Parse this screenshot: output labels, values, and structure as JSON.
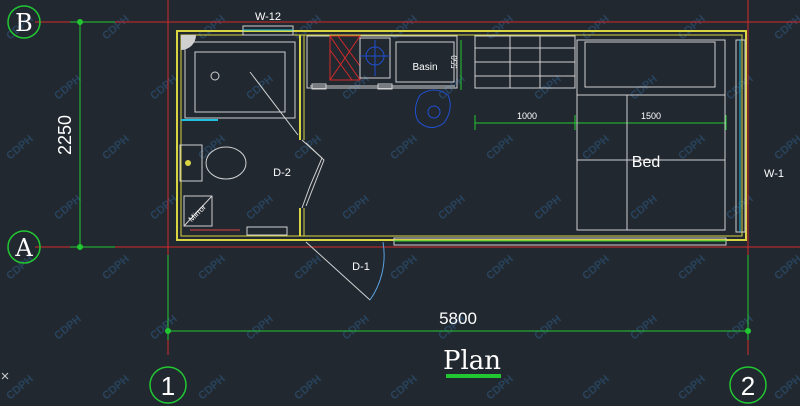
{
  "axes": {
    "row_b": "B",
    "row_a": "A",
    "col_1": "1",
    "col_2": "2"
  },
  "dimensions": {
    "height": "2250",
    "width": "5800",
    "dim_1000": "1000",
    "dim_1500": "1500",
    "dim_550": "550"
  },
  "labels": {
    "w12": "W-12",
    "w1": "W-1",
    "d2": "D-2",
    "d1": "D-1",
    "basin": "Basin",
    "bed": "Bed",
    "mirror": "Mirror",
    "title": "Plan"
  },
  "watermark": "CDPH",
  "colors": {
    "background": "#212830",
    "wall": "#d8d442",
    "axis_line": "#d42a2a",
    "dimension": "#22c832",
    "furniture": "#d0d0d0",
    "door_arc": "#5aa0e0",
    "title_underline": "#22c832"
  }
}
